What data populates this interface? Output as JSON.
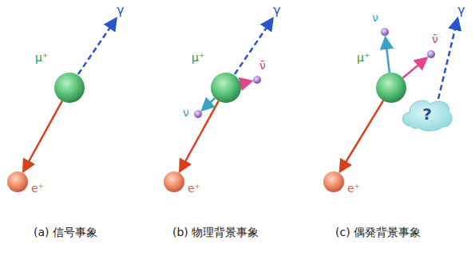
{
  "diagram": {
    "nodes": [
      {
        "text": [
          "μ⁺"
        ]
      },
      {
        "text": [
          "e⁺"
        ]
      },
      {
        "text": [
          "μ⁺"
        ]
      },
      {
        "text": [
          "e⁺"
        ]
      },
      {
        "text": [
          "ν"
        ]
      },
      {
        "text": [
          "ν̄"
        ]
      },
      {
        "text": [
          "μ⁺"
        ]
      },
      {
        "text": [
          "e⁺"
        ]
      },
      {
        "text": [
          "ν"
        ]
      },
      {
        "text": [
          "ν̄"
        ]
      },
      {
        "text": [
          "?"
        ]
      }
    ],
    "edges": [
      {
        "from": 0,
        "to": 1,
        "arrow": "to"
      },
      {
        "from": 2,
        "to": 3,
        "arrow": "to"
      },
      {
        "from": 2,
        "to": 4,
        "arrow": "to"
      },
      {
        "from": 2,
        "to": 5,
        "arrow": "to"
      },
      {
        "from": 6,
        "to": 7,
        "arrow": "to"
      },
      {
        "from": 6,
        "to": 8,
        "arrow": "to"
      },
      {
        "from": 6,
        "to": 9,
        "arrow": "to"
      }
    ],
    "labels": [
      "γ",
      "γ",
      "γ",
      "(a) 信号事象",
      "(b) 物理背景事象",
      "(c) 偶発背景事象"
    ]
  }
}
